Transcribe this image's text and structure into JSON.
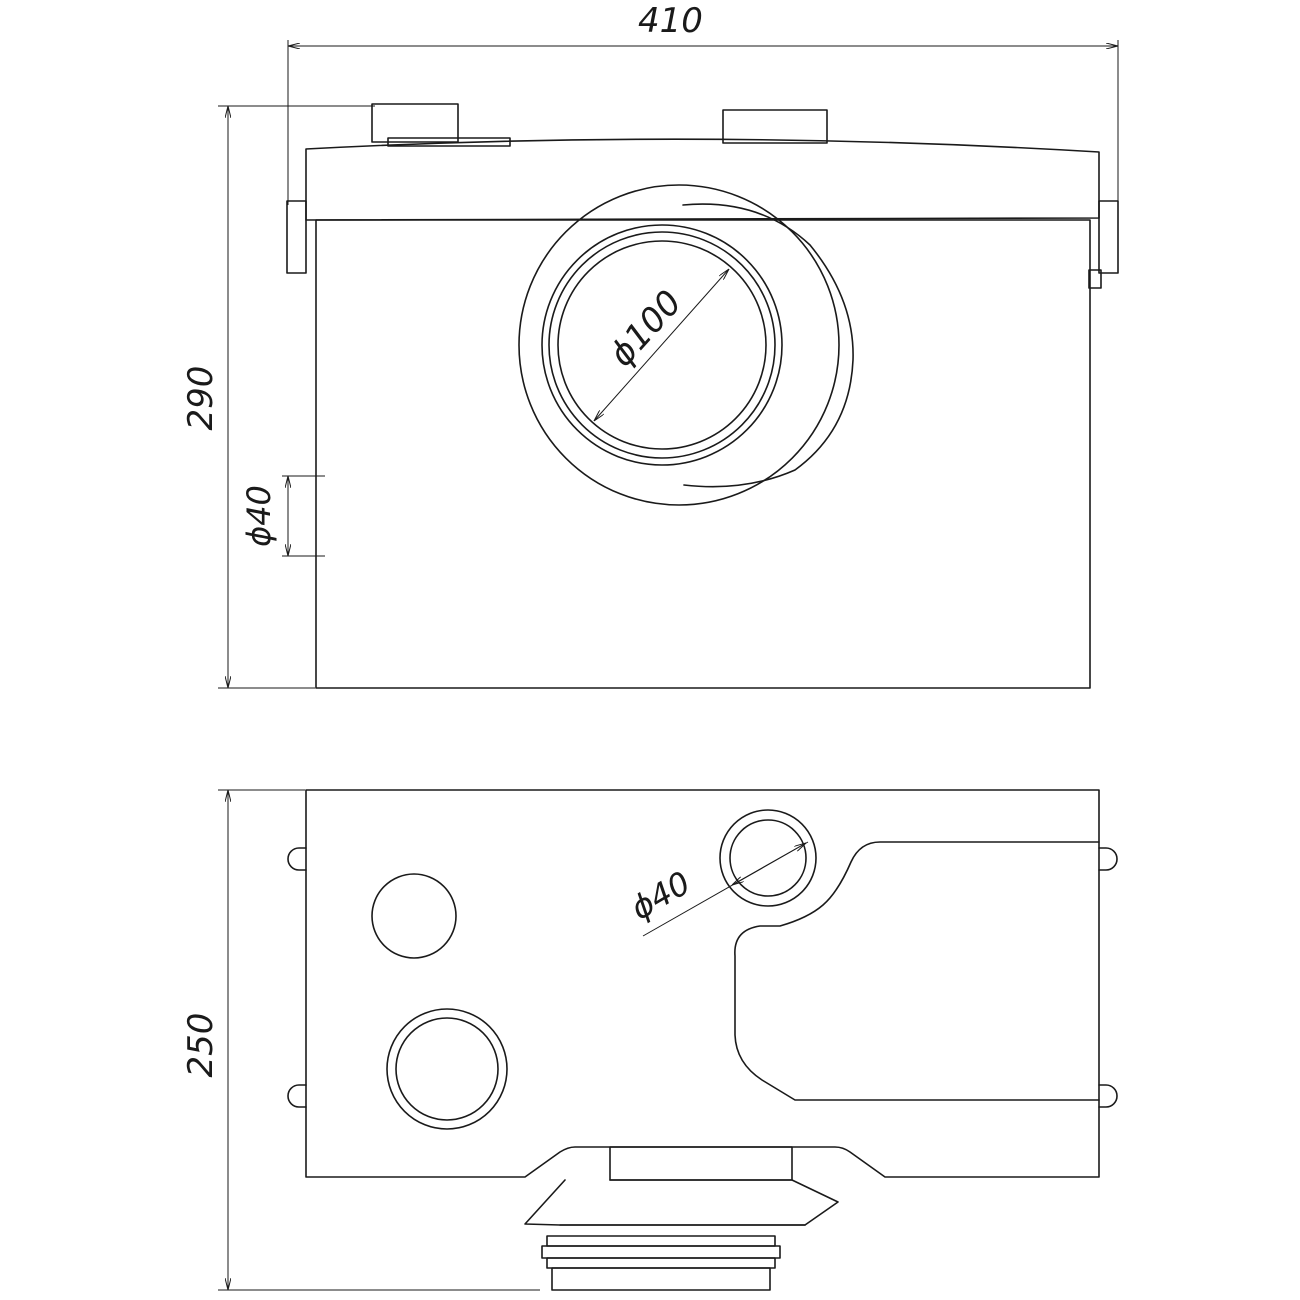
{
  "front_view": {
    "width_dimension": "410",
    "height_dimension": "290",
    "outlet_diameter": "ϕ100",
    "inlet_diameter": "ϕ40"
  },
  "top_view": {
    "depth_dimension": "250",
    "inlet_diameter": "ϕ40"
  }
}
